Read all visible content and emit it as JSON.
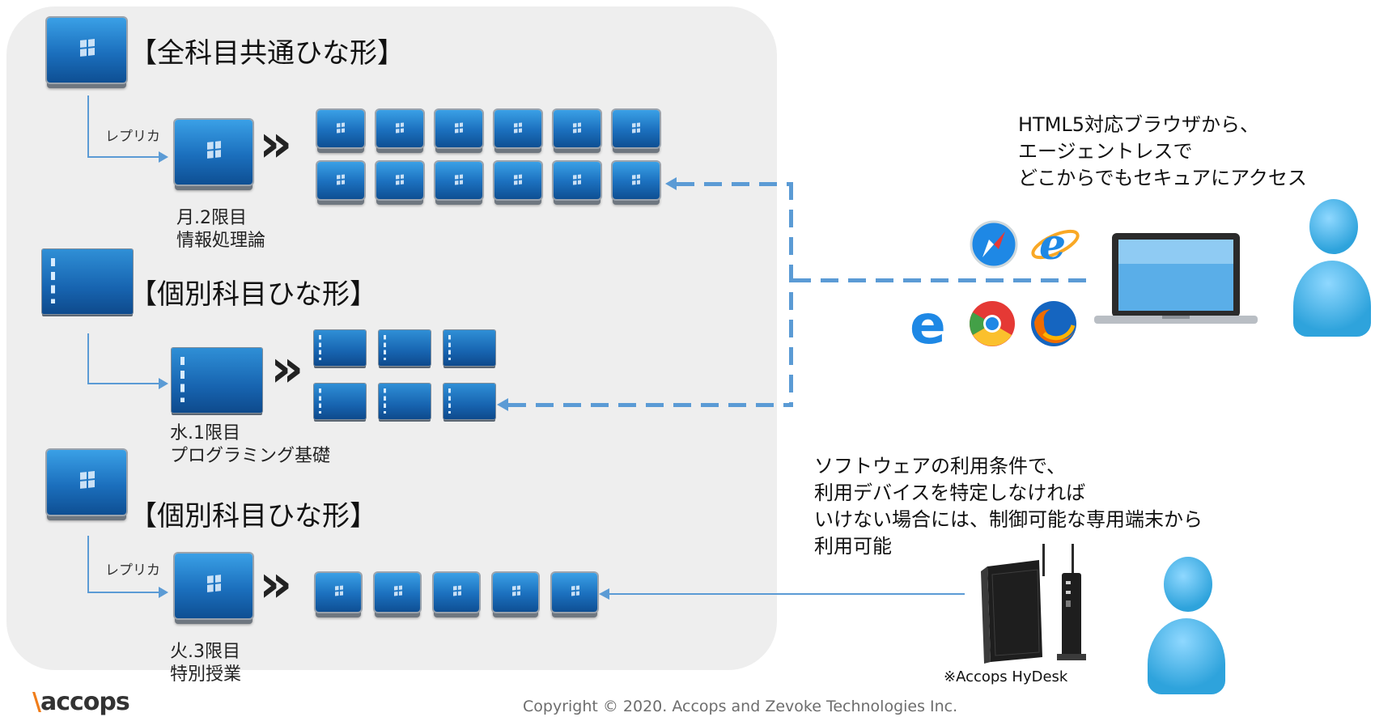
{
  "groups": [
    {
      "title": "【全科目共通ひな形】",
      "replica_label": "レプリカ",
      "session_line1": "月.2限目",
      "session_line2": "情報処理論",
      "vm_count": 12
    },
    {
      "title": "【個別科目ひな形】",
      "session_line1": "水.1限目",
      "session_line2": "プログラミング基礎",
      "vm_count": 6
    },
    {
      "title": "【個別科目ひな形】",
      "replica_label": "レプリカ",
      "session_line1": "火.3限目",
      "session_line2": "特別授業",
      "vm_count": 5
    }
  ],
  "chevron": "»",
  "browser_note": [
    "HTML5対応ブラウザから、",
    "エージェントレスで",
    "どこからでもセキュアにアクセス"
  ],
  "device_note": [
    "ソフトウェアの利用条件で、",
    "利用デバイスを特定しなければ",
    "いけない場合には、制御可能な専用端末から",
    "利用可能"
  ],
  "device_caption": "※Accops HyDesk",
  "brand": "accops",
  "copyright": "Copyright © 2020. Accops and Zevoke Technologies Inc.",
  "icons": [
    "windows-vm-icon",
    "safari-icon",
    "ie-icon",
    "edge-icon",
    "chrome-icon",
    "firefox-icon",
    "laptop-icon",
    "thin-client-icon",
    "user-icon"
  ],
  "colors": {
    "connector": "#5b9bd5",
    "panel": "#eeeeee",
    "vm_blue": "#1b6fbd",
    "user": "#2ea3dc",
    "brand_orange": "#f07d1a"
  }
}
